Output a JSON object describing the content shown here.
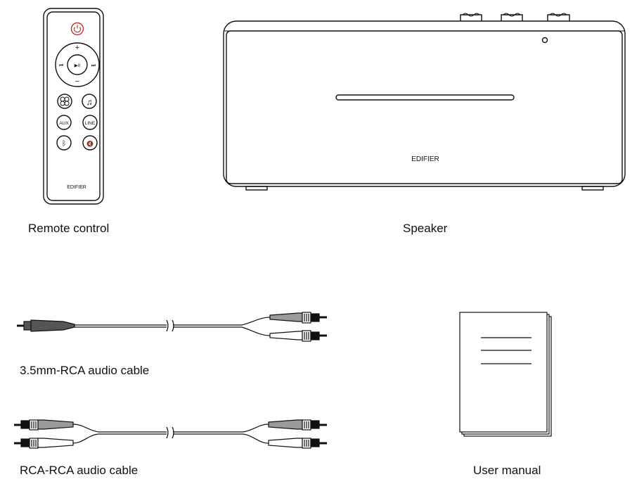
{
  "items": {
    "remote": {
      "caption": "Remote control",
      "brand": "EDIFIER",
      "buttons": {
        "plus": "+",
        "minus": "−",
        "prev": "⏮",
        "play_pause": "▶II",
        "next": "⏭",
        "aux": "AUX",
        "line": "LINE",
        "music": "♫",
        "bluetooth": "ᛒ",
        "mute": "🔇"
      }
    },
    "speaker": {
      "caption": "Speaker",
      "brand": "EDIFIER"
    },
    "cable_35": {
      "caption": "3.5mm-RCA audio cable"
    },
    "cable_rca": {
      "caption": "RCA-RCA audio cable"
    },
    "manual": {
      "caption": "User manual"
    }
  },
  "colors": {
    "line": "#111111",
    "power_red": "#c0392b",
    "plug_grey": "#9a9a9a",
    "plug_dark": "#555555"
  }
}
